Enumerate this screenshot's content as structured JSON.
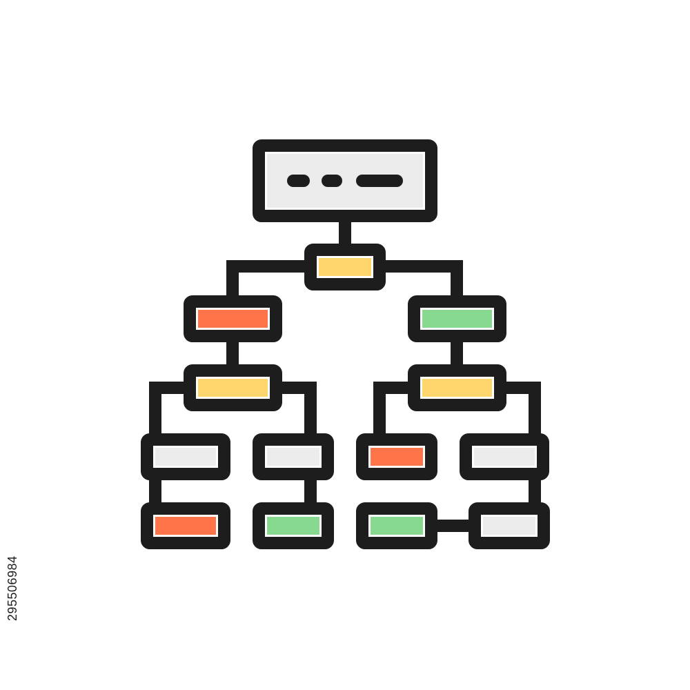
{
  "watermark": {
    "stock_id": "295506984"
  },
  "diagram": {
    "stroke_color": "#1d1d1d",
    "colors": {
      "gray": "#ececec",
      "yellow": "#ffd66e",
      "orange": "#ff7448",
      "green": "#86d98e",
      "white": "#ffffff"
    },
    "nodes": [
      {
        "name": "root-node",
        "fill": "gray"
      },
      {
        "name": "hub-node",
        "fill": "yellow"
      },
      {
        "name": "left-branch-node",
        "fill": "orange"
      },
      {
        "name": "right-branch-node",
        "fill": "green"
      },
      {
        "name": "left-hub-node",
        "fill": "yellow"
      },
      {
        "name": "right-hub-node",
        "fill": "yellow"
      },
      {
        "name": "left-leaf-1",
        "fill": "gray"
      },
      {
        "name": "left-leaf-2",
        "fill": "gray"
      },
      {
        "name": "right-leaf-1",
        "fill": "orange"
      },
      {
        "name": "right-leaf-2",
        "fill": "gray"
      },
      {
        "name": "left-bottom-1",
        "fill": "orange"
      },
      {
        "name": "left-bottom-2",
        "fill": "green"
      },
      {
        "name": "right-bottom-1",
        "fill": "green"
      },
      {
        "name": "right-bottom-2",
        "fill": "gray"
      }
    ]
  }
}
